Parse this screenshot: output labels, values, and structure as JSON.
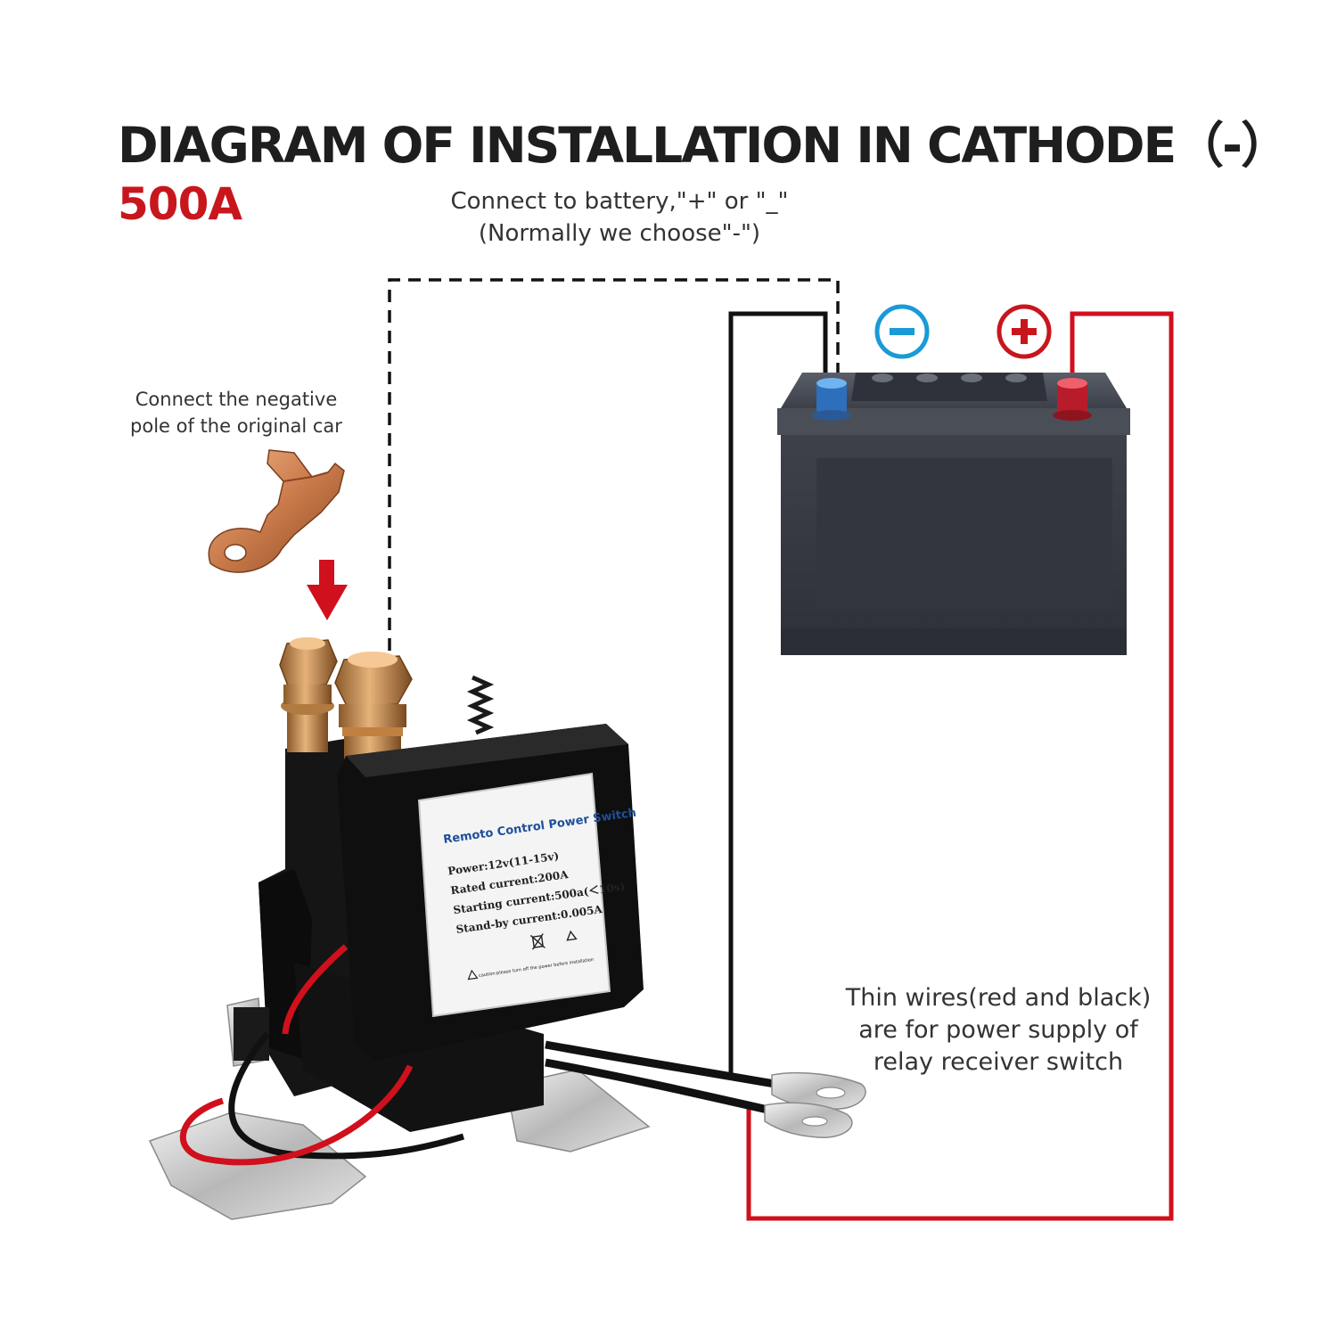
{
  "heading": {
    "title": "DIAGRAM OF INSTALLATION IN CATHODE（-）",
    "current_rating": "500A"
  },
  "notes": {
    "battery_connection": [
      "Connect to battery,\"+\" or \"_\"",
      "(Normally we choose\"-\")"
    ],
    "negative_pole": [
      "Connect the negative",
      "pole of the original car"
    ],
    "thin_wires": [
      "Thin wires(red and black)",
      "are for power supply of",
      "relay receiver switch"
    ]
  },
  "battery": {
    "negative_symbol": "−",
    "positive_symbol": "+"
  },
  "relay_label": {
    "title": "Remoto Control Power Switch",
    "specs": [
      "Power:12v(11-15v)",
      "Rated current:200A",
      "Starting current:500a(＜10s)",
      "Stand-by current:0.005A"
    ],
    "caution": "caution:please turn off the power before installation"
  },
  "colors": {
    "title_text": "#1e1e1e",
    "accent_red": "#c8161d",
    "wire_red": "#d0101c",
    "wire_black": "#111111",
    "terminal_blue": "#3a8fdc",
    "battery_body": "#3a3d45",
    "copper": "#c97a4a",
    "symbol_cyan": "#1a9ad6",
    "symbol_red": "#c8161d"
  },
  "icons": {
    "negative_terminal": "minus-circle-icon",
    "positive_terminal": "plus-circle-icon",
    "arrow": "arrow-down-icon",
    "weee": "weee-bin-icon",
    "recycle": "recycle-icon",
    "warning": "warning-triangle-icon"
  }
}
